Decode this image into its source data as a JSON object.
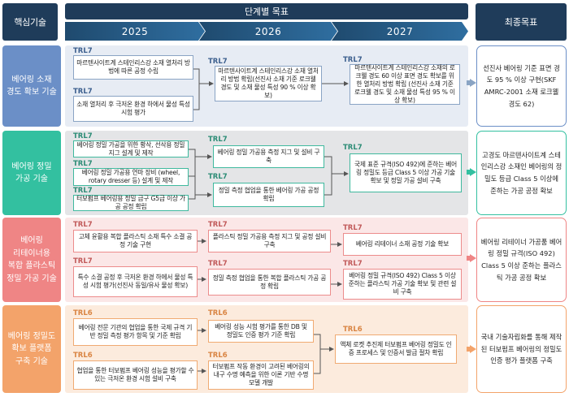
{
  "header": {
    "left": "핵심기술",
    "middle": "단계별 목표",
    "years": [
      "2025",
      "2026",
      "2027"
    ],
    "right": "최종목표"
  },
  "colors": {
    "header": "#1f3c5a",
    "row1": "#6b8fc7",
    "row2": "#33c0a0",
    "row3": "#ef8585",
    "row4": "#f3a36a"
  },
  "rows": [
    {
      "label": "베어링 소재\n경도 확보 기술",
      "items": [
        {
          "trl": "TRL7",
          "text": "마르텐사이트계 스테인리스강 소재 열처리 방법에 따른 공정 수립"
        },
        {
          "trl": "TRL7",
          "text": "소재 열처리 후 극저온 환경 하에서 물성 특성 시험 평가"
        },
        {
          "trl": "TRL7",
          "text": "마르텐사이트계 스테인리스강 소재 열처리 방법 확립(선진사 소재 기준 로크웰 경도 및 소재 물성 특성 90 % 이상 확보)"
        },
        {
          "trl": "TRL7",
          "text": "마르텐사이트계 스테인리스강 소재의 로크웰 경도 60 이상 표면 경도 확보를 위한 열처리 방법 확립 (선진사 소재 기준 로크웰 경도 및 소재 물성 특성 95 % 이상 확보)"
        }
      ],
      "goal": "선진사 베어링 기준 표면 경도 95 % 이상 구현(SKF AMRC-2001 소재 로크웰 경도 62)"
    },
    {
      "label": "베어링 정밀\n가공 기술",
      "items": [
        {
          "trl": "TRL7",
          "text": "베어링 정밀 가공을 위한 황삭, 선삭용 정밀 지그 설계 및 제작"
        },
        {
          "trl": "TRL7",
          "text": "베어링 정밀 가공용 연마 장비 (wheel, rotary dresser 등) 설계 및 제작"
        },
        {
          "trl": "TRL7",
          "text": "터보펌프 베어링용 정밀 급구 G5급 이상 가공 공정 확립"
        },
        {
          "trl": "TRL7",
          "text": "베어링 정밀 가공용 측정 지그 및 설비 구축"
        },
        {
          "trl": "TRL7",
          "text": "정밀 측정 협업을 통한 베어링 가공 공정 확립"
        },
        {
          "trl": "TRL7",
          "text": "국제 표준 규격(ISO 492)에 준하는 베어링 정밀도 등급 Class 5 이상 가공 기술 확보 및 정밀 가공 설비 구축"
        }
      ],
      "goal": "고경도 마르텐사이트계 스테인리스강 소재인 베어링의 정밀도 등급 Class 5 이상에 준하는 가공 공정 확보"
    },
    {
      "label": "베어링\n리테이너용\n복합 플라스틱\n정밀 가공 기술",
      "items": [
        {
          "trl": "TRL7",
          "text": "고체 윤활용 복합 플라스틱 소재 특수 소결 공정 기술 구현"
        },
        {
          "trl": "TRL7",
          "text": "특수 소결 공정 후 극저온 환경 하에서 물성 특성 시험 평가(선진사 동일/유사 물성 확보)"
        },
        {
          "trl": "TRL7",
          "text": "플라스틱 정밀 가공용 측정 지그 및 공정 설비 구축"
        },
        {
          "trl": "TRL7",
          "text": "정밀 측정 협업을 통한 복합 플라스틱 가공 공정 확립"
        },
        {
          "trl": "TRL7",
          "text": "베어링 리테이너 소재 공정 기술 확보"
        },
        {
          "trl": "TRL7",
          "text": "베어링 정밀 규격(ISO 492) Class 5 이상 준하는 플라스틱 가공 기술 확보 및 관련 설비 구축"
        }
      ],
      "goal": "베어링 리테이너 가공품 베어링 정밀 규격(ISO 492) Class 5 이상 준하는 플라스틱 가공 공정 확보"
    },
    {
      "label": "베어링 정밀도\n확보 플랫폼\n구축 기술",
      "items": [
        {
          "trl": "TRL6",
          "text": "베어링 전문 기관의 협업을 통한 국제 규격 기반 정밀 측정 평가 항목 및 기준 확립"
        },
        {
          "trl": "TRL6",
          "text": "협업을 통한 터보펌프 베어링 성능을 평가할 수 있는 극저온 환경 시험 설비 구축"
        },
        {
          "trl": "TRL6",
          "text": "베어링 성능 시험 평가를 통한 DB 및 정밀도 인증 평가 기준 확립"
        },
        {
          "trl": "TRL6",
          "text": "터보펌프 작동 환경이 고려된 베어링의 내구 수명 예측을 위한 이론 기반 수명 모델 개발"
        },
        {
          "trl": "TRL6",
          "text": "액체 로켓 추진제 터보펌프 베어링 정밀도 인증 프로세스 및 인증서 발급 절차 확립"
        }
      ],
      "goal": "국내 기술자립화를 통해 제작된 터보펌프 베어링의 정밀도 인증 평가 플랫폼 구축"
    }
  ]
}
